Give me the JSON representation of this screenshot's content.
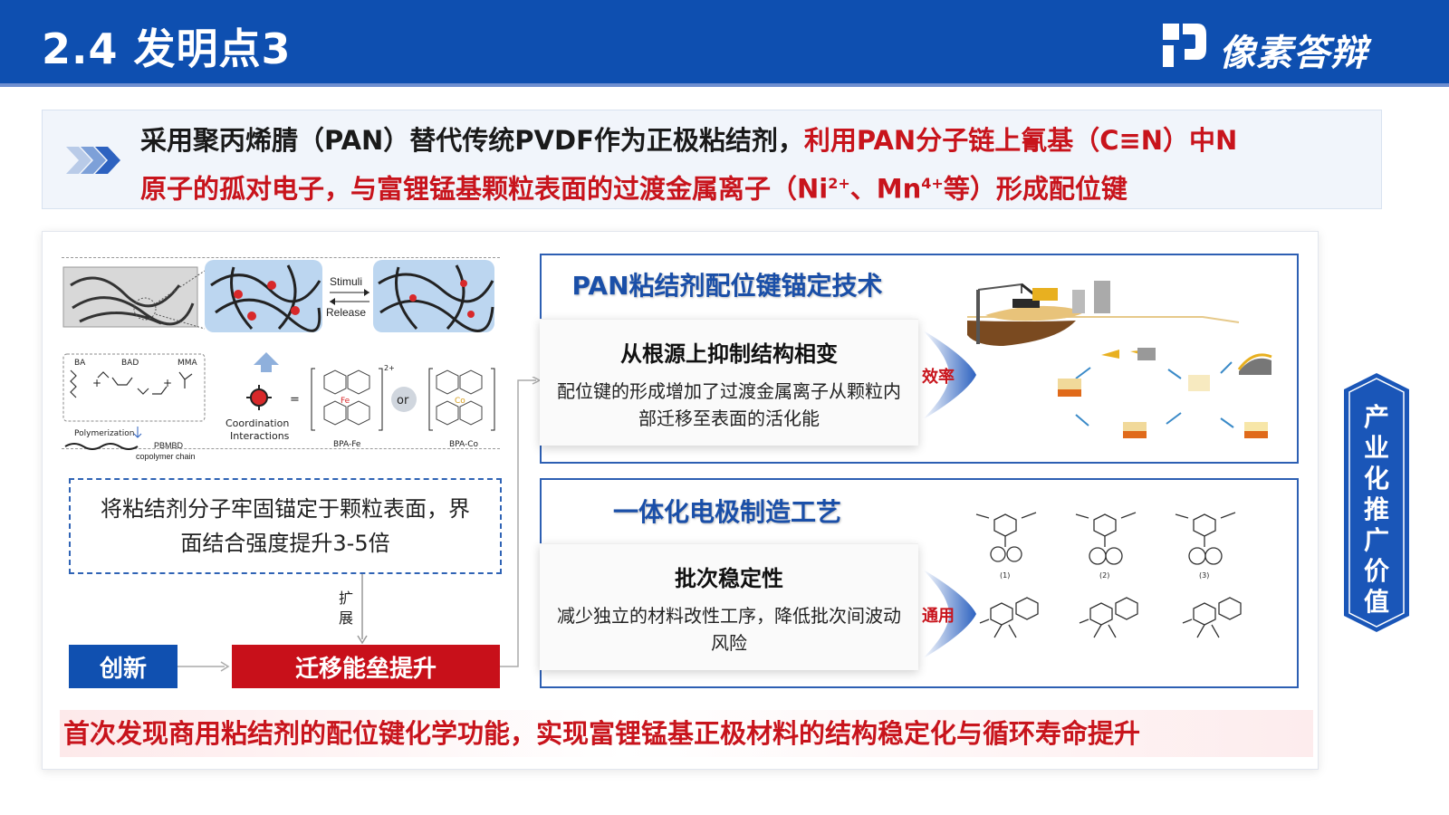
{
  "header": {
    "title": "2.4 发明点3",
    "logo_text": "像素答辩"
  },
  "intro": {
    "text_black": "采用聚丙烯腈（PAN）替代传统PVDF作为正极粘结剂，",
    "text_red_1": "利用PAN分子链上氰基（C≡N）中N",
    "text_red_2a": "原子的孤对电子，与富锂锰基颗粒表面的过渡金属离子（Ni",
    "sup1": "2+",
    "text_red_2b": "、Mn",
    "sup2": "4+",
    "text_red_2c": "等）形成配位键"
  },
  "figure": {
    "stimuli": "Stimuli",
    "release": "Release",
    "ba": "BA",
    "bad": "BAD",
    "mma": "MMA",
    "polymerization": "Polymerization",
    "pbmbd": "PBMBD",
    "copolymer": "copolymer chain",
    "coord_1": "Coordination",
    "coord_2": "Interactions",
    "or": "or",
    "bpa_fe": "BPA-Fe",
    "bpa_co": "BPA-Co",
    "fe": "Fe",
    "co": "Co",
    "charge": "2+"
  },
  "left": {
    "dash_text": "将粘结剂分子牢固锚定于颗粒表面，界面结合强度提升3-5倍",
    "extend": "扩展",
    "innovation": "创新",
    "barrier": "迁移能垒提升"
  },
  "section1": {
    "title": "PAN粘结剂配位键锚定技术",
    "card_title": "从根源上抑制结构相变",
    "card_text": "配位键的形成增加了过渡金属离子从颗粒内部迁移至表面的活化能",
    "arrow_label": "效率"
  },
  "section2": {
    "title": "一体化电极制造工艺",
    "card_title": "批次稳定性",
    "card_text": "减少独立的材料改性工序，降低批次间波动风险",
    "arrow_label": "通用",
    "mol_labels": [
      "(1)",
      "(2)",
      "(3)"
    ]
  },
  "side": {
    "text": "产业化推广价值"
  },
  "bottom": {
    "text": "首次发现商用粘结剂的配位键化学功能，实现富锂锰基正极材料的结构稳定化与循环寿命提升"
  },
  "colors": {
    "brand_blue": "#0e4fb0",
    "accent_red": "#c8141c",
    "section_blue": "#2d5fb3"
  }
}
